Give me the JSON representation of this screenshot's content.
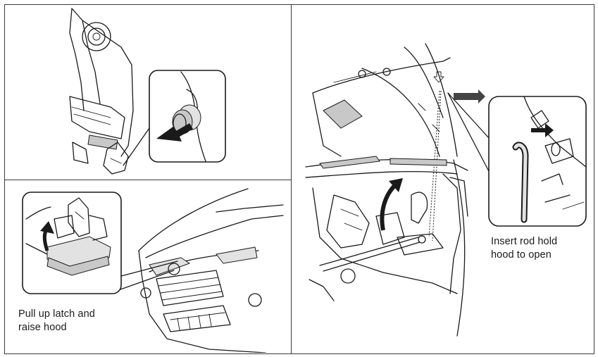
{
  "captions": {
    "bottom_left": {
      "line1": "Pull up latch and",
      "line2": "raise hood"
    },
    "right": {
      "line1": "Insert rod hold",
      "line2": "hood to open"
    }
  },
  "colors": {
    "line": "#1a1a1a",
    "shade": "#c8c8c8",
    "frame": "#3a3a3a"
  }
}
